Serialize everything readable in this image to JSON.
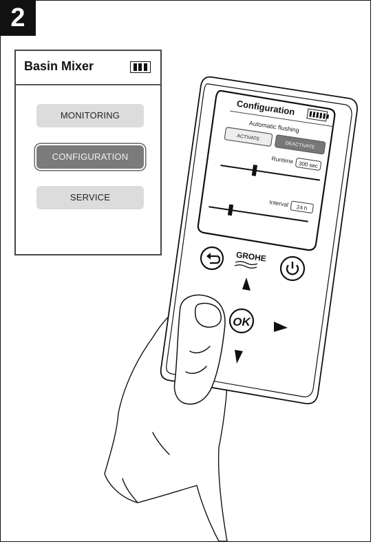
{
  "step": "2",
  "panel": {
    "title": "Basin Mixer",
    "battery_icon": "battery-bars-icon",
    "menu": [
      {
        "label": "MONITORING",
        "selected": false
      },
      {
        "label": "CONFIGURATION",
        "selected": true
      },
      {
        "label": "SERVICE",
        "selected": false
      }
    ]
  },
  "device": {
    "screen_title": "Configuration",
    "battery_icon": "battery-icon",
    "section_label": "Automatic flushing",
    "activate_label": "ACTIVATE",
    "deactivate_label": "DEACTIVATE",
    "runtime_label": "Runtime",
    "runtime_value": "300 sec",
    "interval_label": "Interval",
    "interval_value": "24 h",
    "brand": "GROHE",
    "ok_label": "OK",
    "icons": [
      "back-arrow-icon",
      "power-icon",
      "up-arrow-icon",
      "right-arrow-icon",
      "down-arrow-icon"
    ]
  },
  "colors": {
    "selected_button": "#7b7b7b",
    "button": "#dcdcdc",
    "outline": "#111111"
  }
}
